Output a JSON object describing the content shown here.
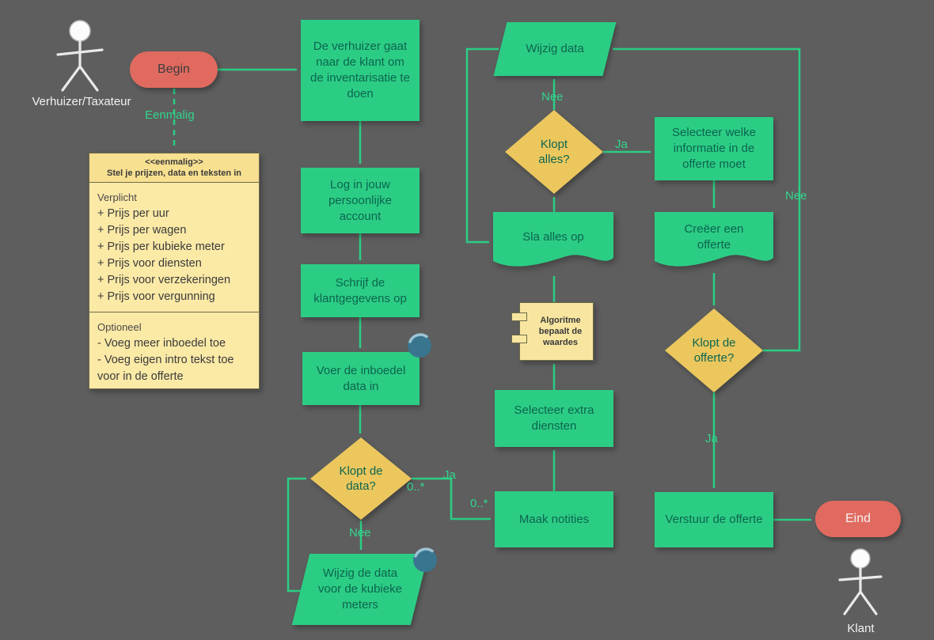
{
  "colors": {
    "background": "#5e5e5e",
    "shape_green": "#2bcd84",
    "shape_yellow": "#ebc75e",
    "note_yellow": "#fbe9a6",
    "terminator_red": "#e06a5f",
    "arrow_green": "#2bcd84",
    "shape_text_teal": "#0d6550"
  },
  "actors": {
    "verhuizer": {
      "label": "Verhuizer/Taxateur"
    },
    "klant": {
      "label": "Klant"
    }
  },
  "nodes": {
    "begin": "Begin",
    "visit_klant": "De verhuizer gaat naar de klant om de inventarisatie te doen",
    "login": "Log in jouw persoonlijke account",
    "klantgegevens": "Schrijf de klantgegevens op",
    "inboedel_data": "Voer de inboedel data in",
    "klopt_de_data": "Klopt de data?",
    "wijzig_kubieke": "Wijzig de data voor de kubieke meters",
    "maak_notities": "Maak notities",
    "extra_diensten": "Selecteer extra diensten",
    "algoritme": "Algoritme bepaalt de waardes",
    "sla_alles_op": "Sla alles op",
    "klopt_alles": "Klopt alles?",
    "wijzig_data": "Wijzig data",
    "selecteer_info": "Selecteer welke informatie in de offerte moet",
    "creeer_offerte": "Creëer een offerte",
    "klopt_offerte": "Klopt de offerte?",
    "verstuur_offerte": "Verstuur de offerte",
    "eind": "Eind"
  },
  "note": {
    "stereotype": "<<eenmalig>>",
    "title": "Stel je prijzen, data en teksten in",
    "required_title": "Verplicht",
    "required_items": [
      "+ Prijs per uur",
      "+ Prijs per wagen",
      "+ Prijs per kubieke meter",
      "+ Prijs voor diensten",
      "+ Prijs voor verzekeringen",
      "+ Prijs voor vergunning"
    ],
    "optional_title": "Optioneel",
    "optional_items": [
      "- Voeg meer inboedel toe",
      "- Voeg eigen intro tekst toe voor in de offerte"
    ]
  },
  "edge_labels": {
    "eenmalig": "Eenmalig",
    "data_ja": "Ja",
    "data_nee": "Nee",
    "mult_right": "0..*",
    "mult_corner": "0..*",
    "alles_nee": "Nee",
    "alles_ja": "Ja",
    "offerte_nee": "Nee",
    "offerte_ja": "Ja"
  }
}
